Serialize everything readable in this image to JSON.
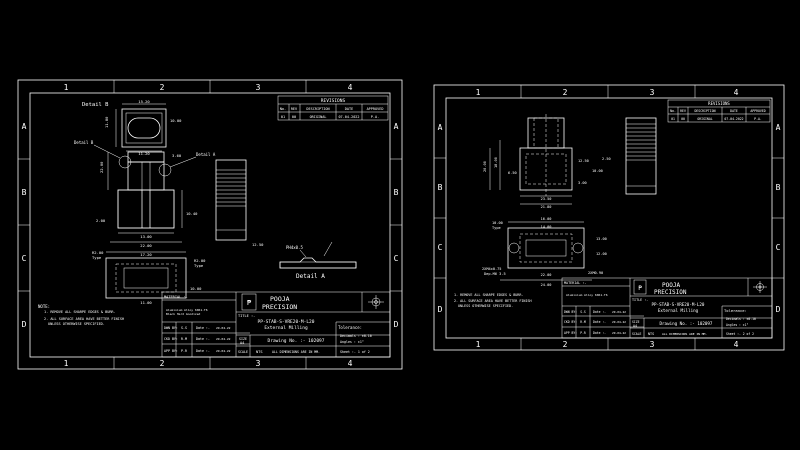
{
  "sheet1": {
    "zones_top": [
      "1",
      "2",
      "3",
      "4"
    ],
    "zones_side": [
      "A",
      "B",
      "C",
      "D"
    ],
    "detail_b_label": "Detail B",
    "detail_b_callout": "Detail B",
    "detail_a_callout": "Detail A",
    "detail_a_label": "Detail A",
    "detail_a_note": "PH4x0.5",
    "dims": {
      "top_width": "15.20",
      "top_inner": "11.20",
      "top_height": "11.80",
      "top_side": "10.00",
      "body_width": "13.00",
      "body_height": "22.00",
      "side_offset": "3.60",
      "side_small": "2.00",
      "right_dim": "10.40",
      "total_width": "22.00",
      "lower_width": "17.20",
      "r_note": "R2.00",
      "r_type": "Type",
      "r_note2": "R2.00",
      "r_type2": "Type",
      "base_width": "11.00",
      "base_height": "10.00",
      "side_view_height": "12.50"
    },
    "revisions": {
      "title": "REVISIONS",
      "headers": [
        "No.",
        "REV",
        "DESCRIPTION",
        "DATE",
        "APPROVED"
      ],
      "row": [
        "01",
        "00",
        "ORIGINAL",
        "07-04-2022",
        "P.A."
      ]
    },
    "notes": {
      "heading": "NOTE:",
      "line1": "1. REMOVE ALL SHARPE EDGES & BURR.",
      "line2": "2. ALL SURFACE AREA HAVE BETTER FINISH",
      "line3": "UNLESS OTHERWISE SPECIFIED."
    },
    "title_block": {
      "company_line1": "POOJA",
      "company_line2": "PRECISION",
      "material_label": "MATERIAL :-",
      "material_value1": "Aluminium Alloy 6061-T6",
      "material_value2": "Black Hard Anodized",
      "title_label": "TITLE :-",
      "part_number": "PP-STAB-S-VRE20-M-L20",
      "part_name": "External Milling",
      "drawing_no": "Drawing No. :- 102097",
      "drn_by": "DWN BY:",
      "drn_init": "S.S",
      "drn_date_label": "Date :-",
      "drn_date": "29-04-22",
      "chk_by": "CKD BY:",
      "chk_init": "R.M",
      "chk_date_label": "Date :-",
      "chk_date": "29-04-22",
      "app_by": "APP BY:",
      "app_init": "P.R",
      "app_date_label": "Date :-",
      "app_date": "29-04-22",
      "size_label": "SIZE",
      "size_value": "A4",
      "scale_label": "SCALE",
      "scale_value": "NTS",
      "units_note": "ALL DIMENSIONS ARE IN MM.",
      "tolerance_label": "Tolerance:",
      "tol_decimals": "Decimals : ±0.10",
      "tol_angles": "Angles :  ±1°",
      "sheet": "Sheet :- 1 of 2"
    }
  },
  "sheet2": {
    "zones_top": [
      "1",
      "2",
      "3",
      "4"
    ],
    "zones_side": [
      "A",
      "B",
      "C",
      "D"
    ],
    "dims": {
      "d1": "23.50",
      "d2": "21.80",
      "d3": "20.00",
      "d4": "18.00",
      "d5": "12.50",
      "d6": "10.00",
      "d7": "6.50",
      "d8": "3.00",
      "d9": "2.50",
      "d10": "10.00",
      "d11": "Type",
      "d12": "16.00",
      "d13": "14.00",
      "d14": "22.00",
      "d15": "24.00",
      "d16": "13.00",
      "d17": "12.00",
      "hole1": "2XM4x0.75",
      "hole2": "Dep.M6 3.5",
      "hole3": "2XM0.90"
    },
    "revisions": {
      "title": "REVISIONS",
      "headers": [
        "No.",
        "REV",
        "DESCRIPTION",
        "DATE",
        "APPROVED"
      ],
      "row": [
        "01",
        "00",
        "ORIGINAL",
        "07-04-2022",
        "P.A."
      ]
    },
    "notes": {
      "line1": "1. REMOVE ALL SHARPE EDGES & BURR.",
      "line2": "2. ALL SURFACE AREA HAVE BETTER FINISH",
      "line3": "UNLESS OTHERWISE SPECIFIED."
    },
    "title_block": {
      "company_line1": "POOJA",
      "company_line2": "PRECISION",
      "material_label": "MATERIAL :-",
      "material_value": "Aluminium Alloy 6061-T6",
      "title_label": "TITLE :-",
      "part_number": "PP-STAB-S-VRE20-M-L20",
      "part_name": "External Milling",
      "drawing_no": "Drawing No. :- 102097",
      "drn_by": "DWN BY:",
      "drn_init": "S.S",
      "drn_date_label": "Date :-",
      "drn_date": "29-04-22",
      "chk_by": "CKD BY:",
      "chk_init": "R.M",
      "chk_date_label": "Date :-",
      "chk_date": "29-04-22",
      "app_by": "APP BY:",
      "app_init": "P.R",
      "app_date_label": "Date :-",
      "app_date": "29-04-22",
      "size_label": "SIZE",
      "size_value": "A4",
      "scale_label": "SCALE",
      "scale_value": "NTS",
      "units_note": "ALL DIMENSIONS ARE IN MM.",
      "tolerance_label": "Tolerance:",
      "tol_decimals": "Decimals : ±0.10",
      "tol_angles": "Angles :  ±1°",
      "sheet": "Sheet :- 2 of 2"
    }
  }
}
